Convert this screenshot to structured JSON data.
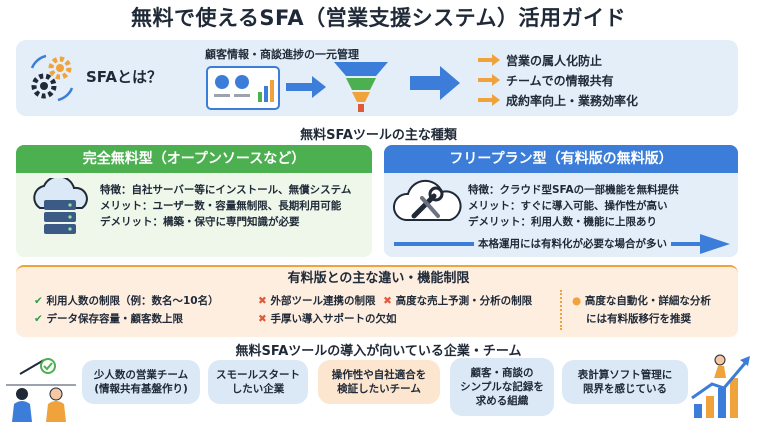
{
  "title": "無料で使えるSFA（営業支援システム）活用ガイド",
  "intro": {
    "label": "SFAとは？",
    "center_caption": "顧客情報・商談進捗の一元管理",
    "benefits": [
      "営業の属人化防止",
      "チームでの情報共有",
      "成約率向上・業務効率化"
    ]
  },
  "types_title": "無料SFAツールの主な種類",
  "free_card": {
    "header": "完全無料型（オープンソースなど）",
    "lines": [
      "特徴：自社サーバー等にインストール、無償システム",
      "メリット：ユーザー数・容量無制限、長期利用可能",
      "デメリット：構築・保守に専門知識が必要"
    ]
  },
  "freemium_card": {
    "header": "フリープラン型（有料版の無料版）",
    "lines": [
      "特徴：クラウド型SFAの一部機能を無料提供",
      "メリット：すぐに導入可能、操作性が高い",
      "デメリット：利用人数・機能に上限あり"
    ],
    "note": "本格運用には有料化が必要な場合が多い"
  },
  "limits": {
    "title": "有料版との主な違い・機能制限",
    "checks": [
      "利用人数の制限（例：数名〜10名）",
      "データ保存容量・顧客数上限"
    ],
    "crosses": [
      "外部ツール連携の制限",
      "高度な売上予測・分析の制限",
      "手厚い導入サポートの欠如"
    ],
    "advice": [
      "高度な自動化・詳細な分析",
      "には有料版移行を推奨"
    ]
  },
  "fit": {
    "title": "無料SFAツールの導入が向いている企業・チーム",
    "items": [
      {
        "lines": [
          "少人数の営業チーム",
          "(情報共有基盤作り)"
        ],
        "color": "#dbe9f7"
      },
      {
        "lines": [
          "スモールスタート",
          "したい企業"
        ],
        "color": "#dbe9f7"
      },
      {
        "lines": [
          "操作性や自社適合を",
          "検証したいチーム"
        ],
        "color": "#fde6cf"
      },
      {
        "lines": [
          "顧客・商談の",
          "シンプルな記録を",
          "求める組織"
        ],
        "color": "#dbe9f7"
      },
      {
        "lines": [
          "表計算ソフト管理に",
          "限界を感じている"
        ],
        "color": "#dbe9f7"
      }
    ]
  },
  "colors": {
    "green": "#4caf50",
    "blue": "#3b7dd8",
    "orange": "#f0a23b",
    "navy": "#1f2937"
  }
}
